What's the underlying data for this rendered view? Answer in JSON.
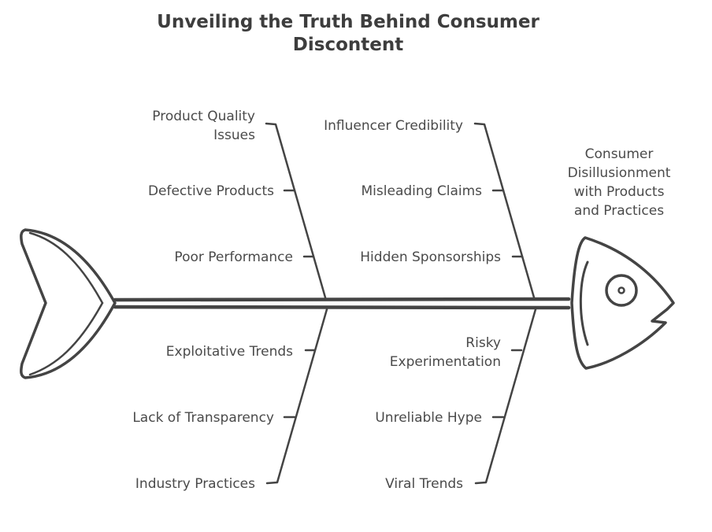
{
  "title": {
    "line1": "Unveiling the Truth Behind Consumer",
    "line2": "Discontent"
  },
  "effect": {
    "lines": [
      "Consumer",
      "Disillusionment",
      "with Products",
      "and Practices"
    ]
  },
  "categories": [
    {
      "position": "top-left",
      "label_lines": [
        "Product Quality",
        "Issues"
      ],
      "causes": [
        "Defective Products",
        "Poor Performance"
      ]
    },
    {
      "position": "top-right",
      "label_lines": [
        "Influencer Credibility"
      ],
      "causes": [
        "Misleading Claims",
        "Hidden Sponsorships"
      ]
    },
    {
      "position": "bottom-left",
      "label_lines": [
        "Industry Practices"
      ],
      "causes": [
        "Exploitative Trends",
        "Lack of Transparency"
      ]
    },
    {
      "position": "bottom-right",
      "label_lines": [
        "Viral Trends"
      ],
      "causes": [
        "Risky Experimentation",
        "Unreliable Hype"
      ],
      "cause_lines": [
        [
          "Risky",
          "Experimentation"
        ],
        [
          "Unreliable Hype"
        ]
      ]
    }
  ],
  "colors": {
    "stroke": "#444444",
    "text": "#4a4a4a",
    "background": "#ffffff"
  },
  "icons": {
    "tail": "fish-tail-icon",
    "head": "fish-head-icon"
  }
}
